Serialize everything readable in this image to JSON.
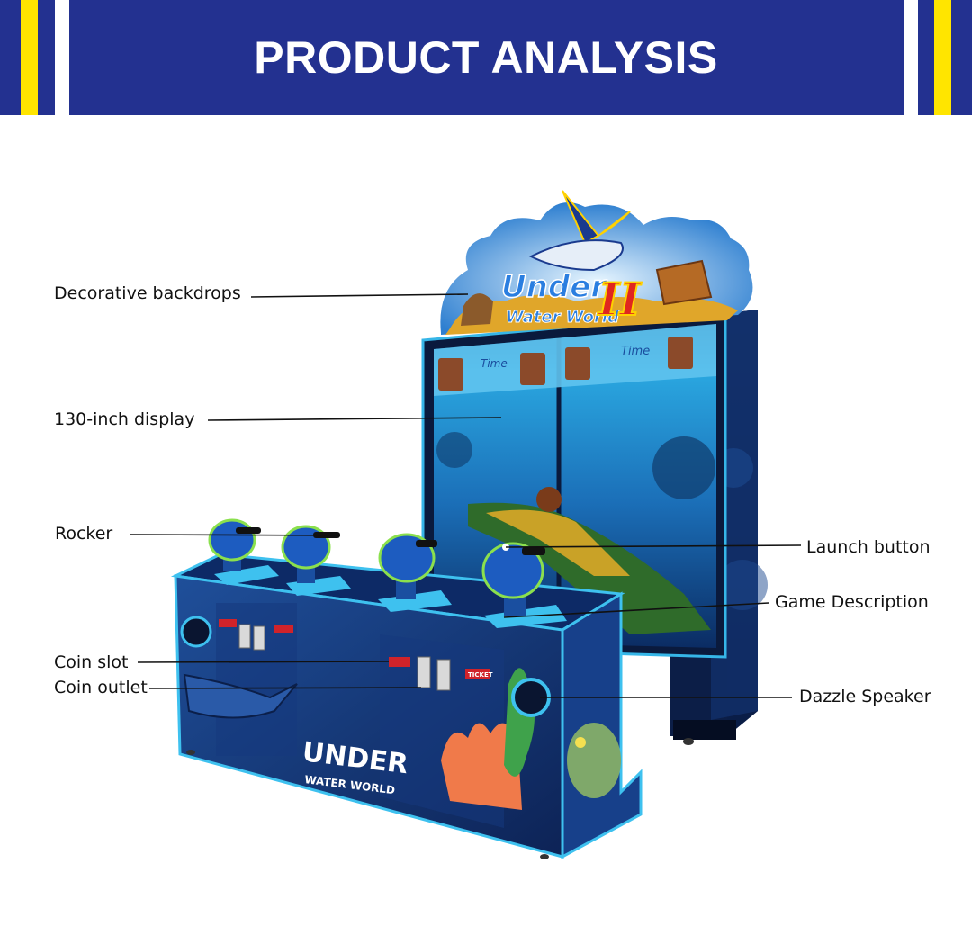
{
  "header": {
    "title": "PRODUCT ANALYSIS",
    "background_color": "#233190",
    "accent_yellow": "#FFE500",
    "accent_white": "#FFFFFF"
  },
  "product": {
    "logo_text_top": "Under",
    "logo_text_bottom": "Water World",
    "logo_numeral": "II",
    "cabinet_brand_top": "UNDER",
    "cabinet_brand_bottom": "WATER WORLD",
    "screen_hud": [
      "Time",
      "Time"
    ],
    "ticket_label": "TICKET"
  },
  "callouts": {
    "decorative_backdrops": "Decorative backdrops",
    "display": "130-inch display",
    "rocker": "Rocker",
    "coin_slot": "Coin slot",
    "coin_outlet": "Coin outlet",
    "launch_button": "Launch button",
    "game_description": "Game Description",
    "dazzle_speaker": "Dazzle Speaker"
  }
}
